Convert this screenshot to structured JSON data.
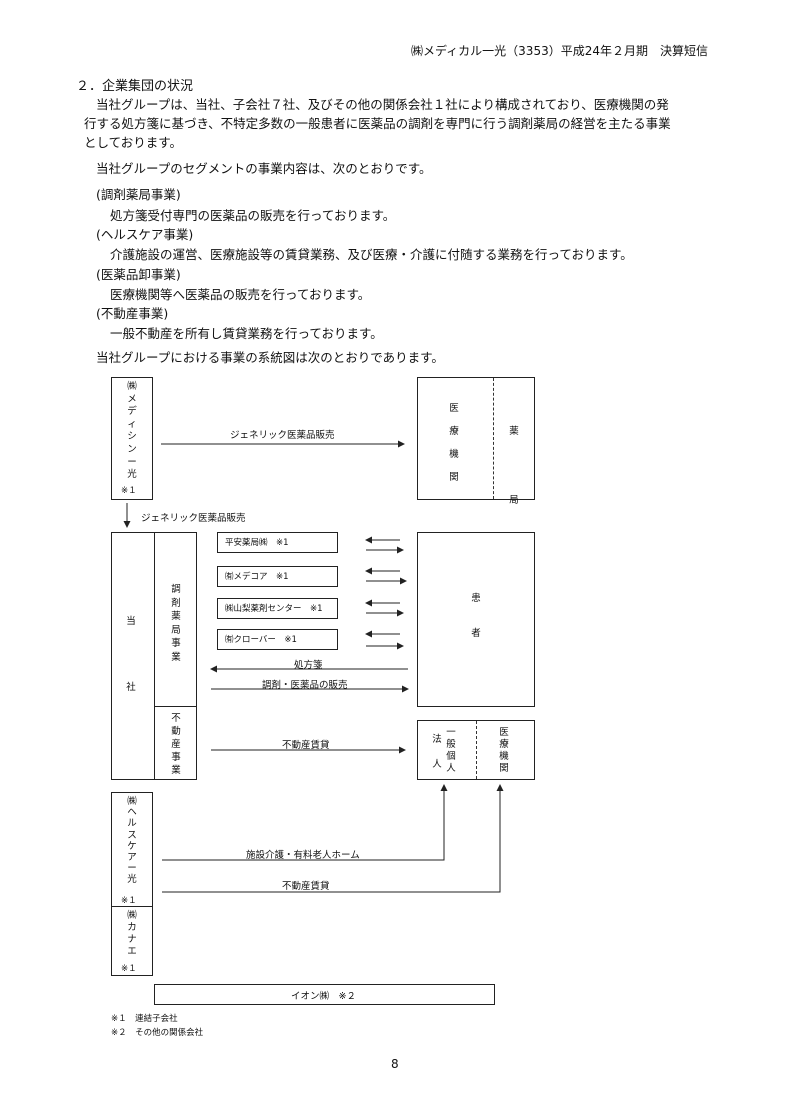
{
  "header": "㈱メディカル一光（3353）平成24年２月期　決算短信",
  "section_title": "２．企業集団の状況",
  "intro": [
    "当社グループは、当社、子会社７社、及びその他の関係会社１社により構成されており、医療機関の発",
    "行する処方箋に基づき、不特定多数の一般患者に医薬品の調剤を専門に行う調剤薬局の経営を主たる事業",
    "としております。"
  ],
  "segments_intro": "当社グループのセグメントの事業内容は、次のとおりです。",
  "segments": [
    {
      "name": "(調剤薬局事業)",
      "desc": "処方箋受付専門の医薬品の販売を行っております。"
    },
    {
      "name": "(ヘルスケア事業)",
      "desc": "介護施設の運営、医療施設等の賃貸業務、及び医療・介護に付随する業務を行っております。"
    },
    {
      "name": "(医薬品卸事業)",
      "desc": "医療機関等へ医薬品の販売を行っております。"
    },
    {
      "name": "(不動産事業)",
      "desc": "一般不動産を所有し賃貸業務を行っております。"
    }
  ],
  "diagram_intro": "当社グループにおける事業の系統図は次のとおりであります。",
  "diagram": {
    "medicine": "㈱\nメ\nデ\nィ\nシ\nン\nー\n光",
    "medicine_note": "※１",
    "iryo": "医\n療\n機\n関",
    "yakkyoku": "薬\n局",
    "generic_sale_1": "ジェネリック医薬品販売",
    "generic_sale_2": "ジェネリック医薬品販売",
    "tousha": "当\n\n\n\n\n\n社",
    "chozai": "調\n剤\n薬\n局\n事\n業",
    "fudosan": "不\n動\n産\n事\n業",
    "subs": [
      "平安薬局㈱　※1",
      "㈲メデコア　※1",
      "㈱山梨薬剤センター　※1",
      "㈲クローバー　※1"
    ],
    "kanja": "患\n\n\n\n\n者",
    "shohousen": "処方箋",
    "chozai_sale": "調剤・医薬品の販売",
    "fudosan_chintai_1": "不動産賃貸",
    "ippan_left": "法\n人",
    "ippan_mid": "一\n般\n個\n人",
    "iryo2": "医\n療\n機\n関",
    "healthcare": "㈱\nヘ\nル\nス\nケ\nア\nー\n光",
    "healthcare_note": "※１",
    "kanae": "㈱\nカ\nナ\nエ",
    "kanae_note": "※１",
    "kaigo": "施設介護・有料老人ホーム",
    "fudosan_chintai_2": "不動産賃貸",
    "aeon": "イオン㈱　※２",
    "note1": "※１　連結子会社",
    "note2": "※２　その他の関係会社"
  },
  "page_number": "8"
}
